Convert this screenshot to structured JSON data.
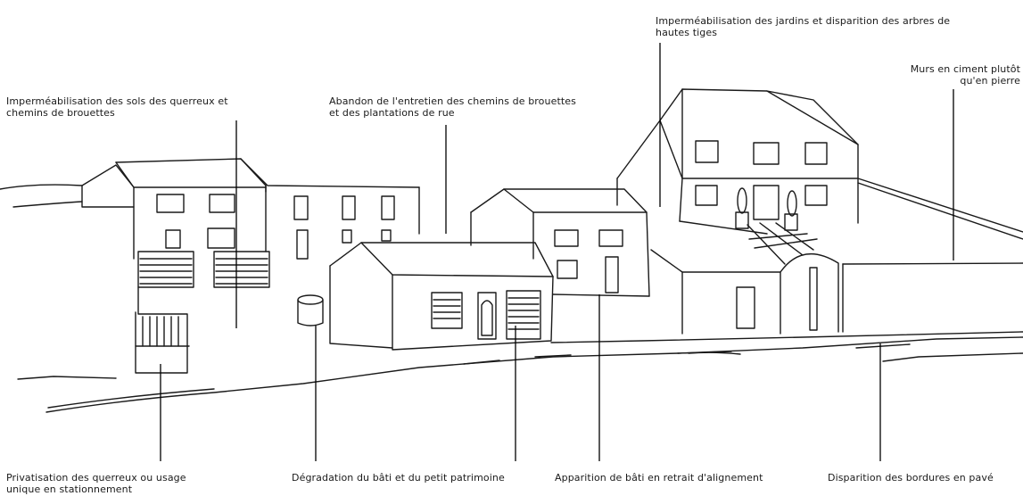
{
  "annotations": {
    "top": [
      {
        "id": "querreux-sols",
        "text": "Imperméabilisation des sols des querreux et\nchemins de brouettes"
      },
      {
        "id": "chemins-abandon",
        "text": "Abandon de l'entretien des chemins de brouettes\net des plantations de rue"
      },
      {
        "id": "jardins",
        "text": "Imperméabilisation des jardins et disparition des arbres de\nhautes tiges"
      },
      {
        "id": "murs",
        "text": "Murs en ciment plutôt\nqu'en pierre"
      }
    ],
    "bottom": [
      {
        "id": "privatisation",
        "text": "Privatisation des querreux ou usage\nunique en stationnement"
      },
      {
        "id": "degradation",
        "text": "Dégradation du bâti et du petit patrimoine"
      },
      {
        "id": "retrait",
        "text": "Apparition de bâti en retrait d'alignement"
      },
      {
        "id": "bordures",
        "text": "Disparition des bordures en pavé"
      }
    ]
  }
}
